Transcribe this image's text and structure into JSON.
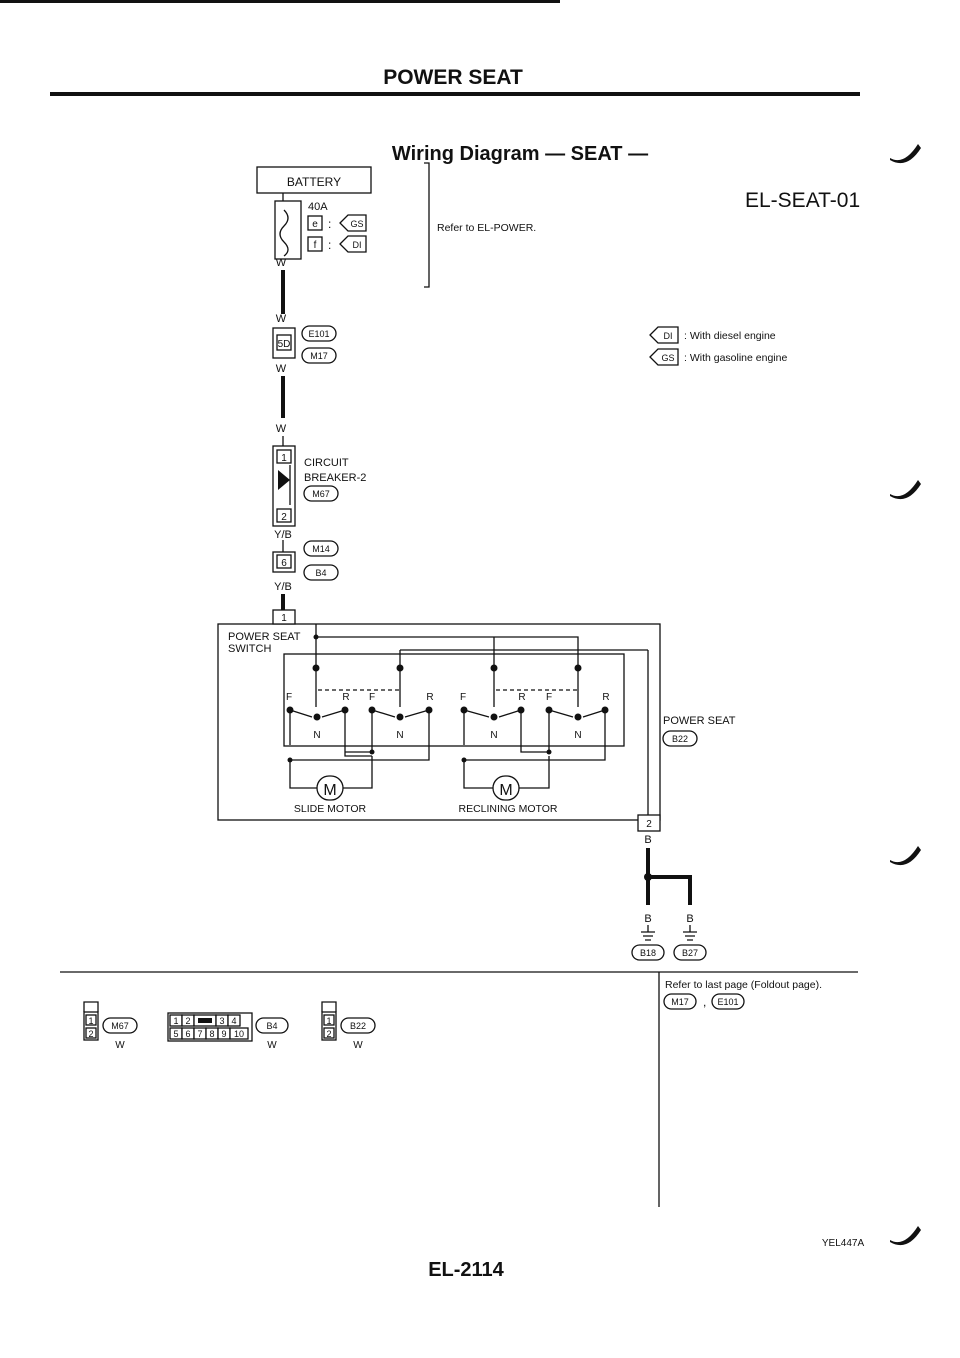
{
  "header": {
    "section_title": "POWER SEAT",
    "diagram_title": "Wiring Diagram — SEAT —",
    "diagram_code": "EL-SEAT-01"
  },
  "battery": {
    "label": "BATTERY",
    "fuse_rating": "40A",
    "fuse_e": "e",
    "fuse_f": "f",
    "code_gs": "GS",
    "code_di": "DI",
    "refer_text": "Refer to EL-POWER."
  },
  "legend": {
    "di_code": "DI",
    "di_text": ": With diesel engine",
    "gs_code": "GS",
    "gs_text": ": With gasoline engine"
  },
  "wires": {
    "w": "W",
    "yb": "Y/B",
    "b": "B"
  },
  "connectors": {
    "e101": "E101",
    "m17": "M17",
    "pin_5d": "5D",
    "m67": "M67",
    "m14": "M14",
    "b4": "B4",
    "b22": "B22",
    "b18": "B18",
    "b27": "B27",
    "pin_1": "1",
    "pin_2": "2",
    "pin_6": "6"
  },
  "breaker": {
    "label_line1": "CIRCUIT",
    "label_line2": "BREAKER-2"
  },
  "switch": {
    "label_line1": "POWER SEAT",
    "label_line2": "SWITCH",
    "f": "F",
    "r": "R",
    "n": "N"
  },
  "seat": {
    "label": "POWER SEAT"
  },
  "motors": {
    "m": "M",
    "slide": "SLIDE MOTOR",
    "reclining": "RECLINING MOTOR"
  },
  "bottom": {
    "refer_text": "Refer to last page (Foldout page).",
    "comma": ",",
    "b4_pins_top": [
      "1",
      "2",
      "3",
      "4"
    ],
    "b4_pins_bottom": [
      "5",
      "6",
      "7",
      "8",
      "9",
      "10"
    ]
  },
  "footer": {
    "page_number": "EL-2114",
    "figure_code": "YEL447A"
  }
}
